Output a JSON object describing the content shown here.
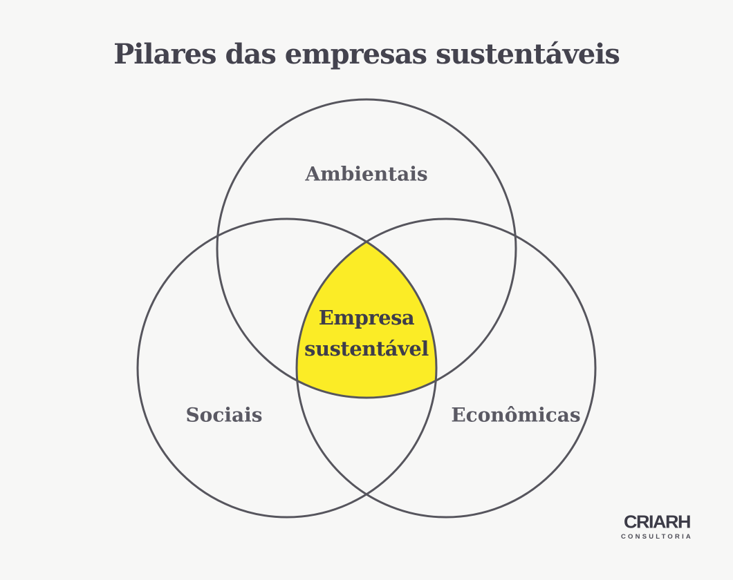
{
  "title": "Pilares das empresas sustentáveis",
  "diagram": {
    "type": "venn-3-circles",
    "circles": [
      {
        "id": "ambientais",
        "label": "Ambientais",
        "position": "top"
      },
      {
        "id": "sociais",
        "label": "Sociais",
        "position": "bottom-left"
      },
      {
        "id": "economicas",
        "label": "Econômicas",
        "position": "bottom-right"
      }
    ],
    "intersection": {
      "label": "Empresa sustentável",
      "label_line1": "Empresa",
      "label_line2": "sustentável",
      "highlighted": true
    }
  },
  "colors": {
    "background": "#F7F7F6",
    "circle_stroke": "#56555D",
    "intersection_fill": "#FBEC26",
    "title_text": "#44434E",
    "label_text": "#5A5963",
    "intersection_text": "#3E3D4B",
    "logo_main": "#3C3B47",
    "logo_sub": "#4C4B55"
  },
  "logo": {
    "name": "CRIARH",
    "subtitle": "CONSULTORIA"
  }
}
